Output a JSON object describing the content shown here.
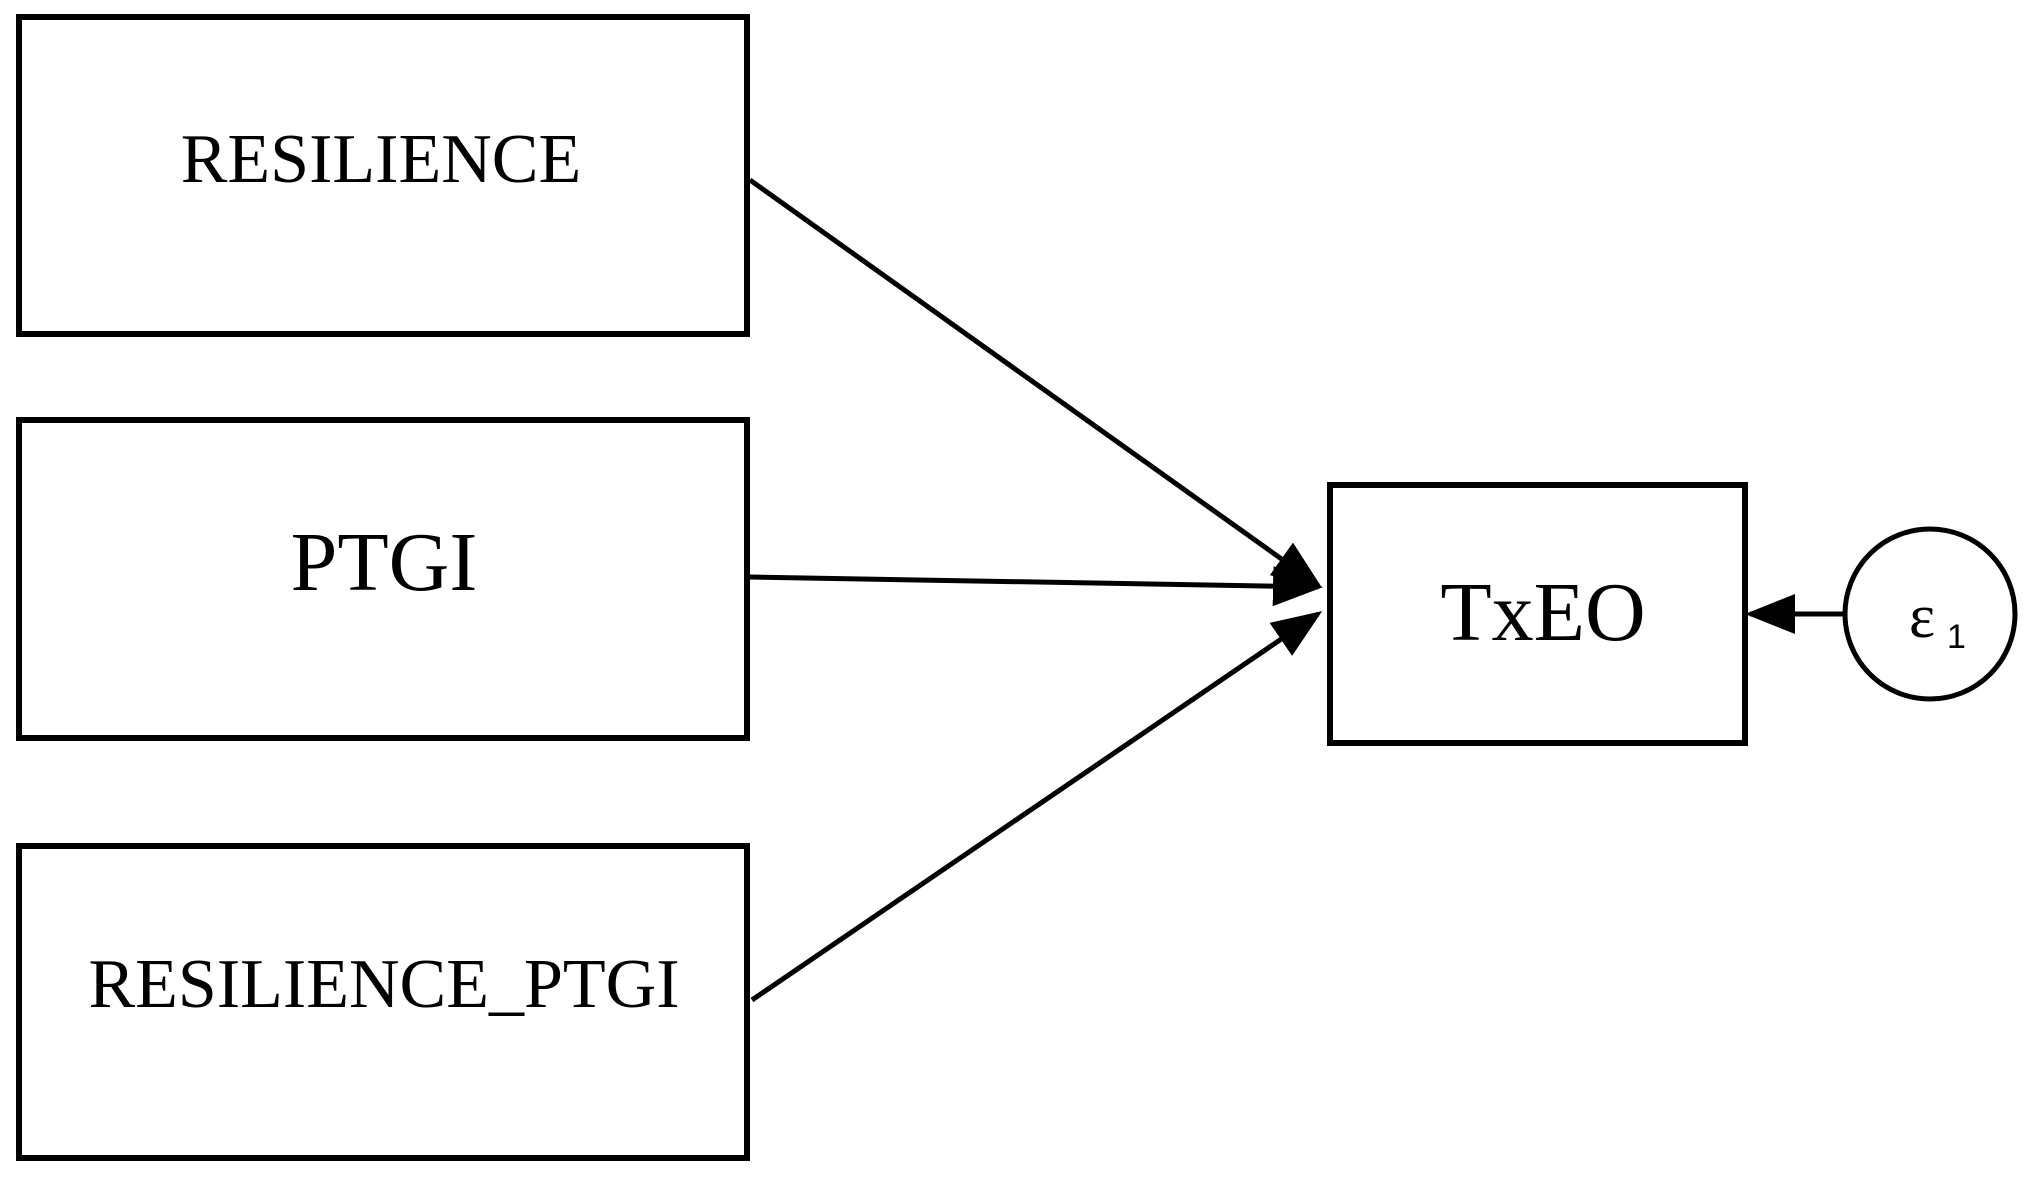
{
  "nodes": {
    "resilience": {
      "label": "RESILIENCE"
    },
    "ptgi": {
      "label": "PTGI"
    },
    "interaction": {
      "label": "RESILIENCE_PTGI"
    },
    "outcome": {
      "label": "TxEO"
    },
    "error": {
      "symbol": "ε",
      "subscript": "1"
    }
  },
  "edges": [
    {
      "from": "RESILIENCE",
      "to": "TxEO"
    },
    {
      "from": "PTGI",
      "to": "TxEO"
    },
    {
      "from": "RESILIENCE_PTGI",
      "to": "TxEO"
    },
    {
      "from": "ε1",
      "to": "TxEO"
    }
  ],
  "colors": {
    "stroke": "#000000",
    "background": "#ffffff"
  }
}
